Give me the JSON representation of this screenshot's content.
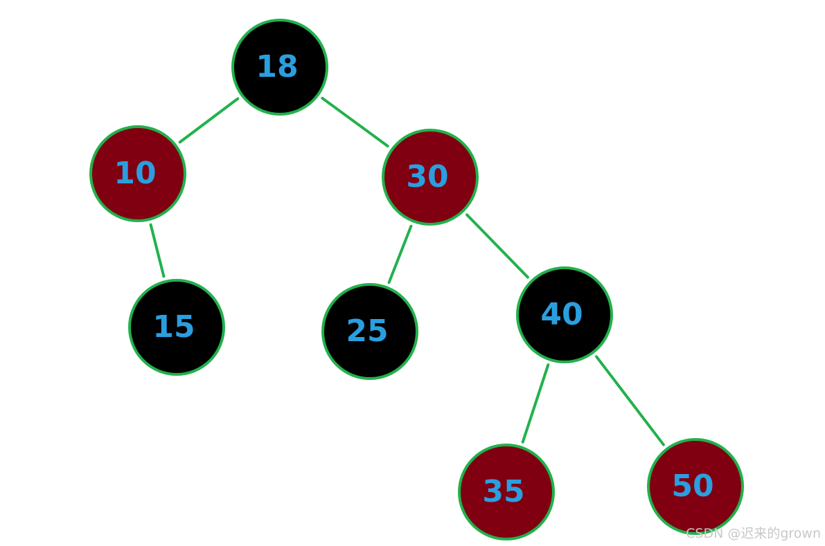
{
  "colors": {
    "black_node": "#000000",
    "red_node": "#800012",
    "edge": "#22b14c",
    "label": "#2a9fe0",
    "background": "#ffffff"
  },
  "tree": {
    "nodes": [
      {
        "id": "n18",
        "label": "18",
        "color": "black"
      },
      {
        "id": "n10",
        "label": "10",
        "color": "red"
      },
      {
        "id": "n30",
        "label": "30",
        "color": "red"
      },
      {
        "id": "n15",
        "label": "15",
        "color": "black"
      },
      {
        "id": "n25",
        "label": "25",
        "color": "black"
      },
      {
        "id": "n40",
        "label": "40",
        "color": "black"
      },
      {
        "id": "n35",
        "label": "35",
        "color": "red"
      },
      {
        "id": "n50",
        "label": "50",
        "color": "red"
      }
    ],
    "edges": [
      {
        "from": "n18",
        "to": "n10"
      },
      {
        "from": "n18",
        "to": "n30"
      },
      {
        "from": "n10",
        "to": "n15"
      },
      {
        "from": "n30",
        "to": "n25"
      },
      {
        "from": "n30",
        "to": "n40"
      },
      {
        "from": "n40",
        "to": "n35"
      },
      {
        "from": "n40",
        "to": "n50"
      }
    ]
  },
  "watermark": "CSDN @迟来的grown"
}
